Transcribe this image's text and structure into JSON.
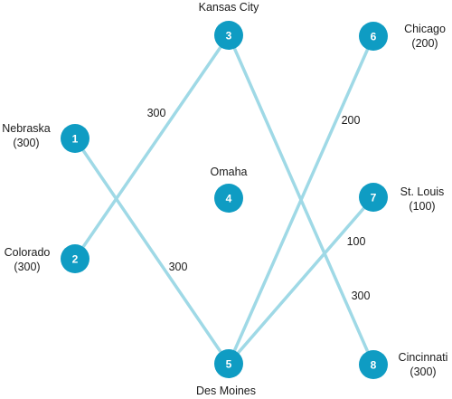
{
  "colors": {
    "node": "#0f9cc3",
    "edge": "#9fd9e6",
    "number": "#ffffff",
    "text": "#1a1a1a"
  },
  "nodes": [
    {
      "id": "1",
      "number": "1",
      "name": "Nebraska",
      "amount": "(300)"
    },
    {
      "id": "2",
      "number": "2",
      "name": "Colorado",
      "amount": "(300)"
    },
    {
      "id": "3",
      "number": "3",
      "name": "Kansas City",
      "amount": ""
    },
    {
      "id": "4",
      "number": "4",
      "name": "Omaha",
      "amount": ""
    },
    {
      "id": "5",
      "number": "5",
      "name": "Des Moines",
      "amount": ""
    },
    {
      "id": "6",
      "number": "6",
      "name": "Chicago",
      "amount": "(200)"
    },
    {
      "id": "7",
      "number": "7",
      "name": "St. Louis",
      "amount": "(100)"
    },
    {
      "id": "8",
      "number": "8",
      "name": "Cincinnati",
      "amount": "(300)"
    }
  ],
  "edges": [
    {
      "from": "2",
      "to": "3",
      "flow": "300"
    },
    {
      "from": "1",
      "to": "5",
      "flow": "300"
    },
    {
      "from": "5",
      "to": "6",
      "flow": "200"
    },
    {
      "from": "5",
      "to": "7",
      "flow": "100"
    },
    {
      "from": "3",
      "to": "8",
      "flow": "300"
    }
  ]
}
